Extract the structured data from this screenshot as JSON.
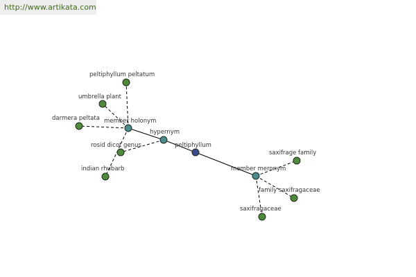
{
  "banner": {
    "url_text": "http://www.artikata.com"
  },
  "colors": {
    "leaf": "#4f8a3c",
    "relation": "#4a8c8c",
    "center": "#3d4a8c",
    "banner_text": "#3f6a1c"
  },
  "graph": {
    "nodes": [
      {
        "id": "peltiphyllum",
        "label": "peltiphyllum",
        "kind": "center"
      },
      {
        "id": "hypernym",
        "label": "hypernym",
        "kind": "relation"
      },
      {
        "id": "member_holonym",
        "label": "member holonym",
        "kind": "relation"
      },
      {
        "id": "member_meronym",
        "label": "member meronym",
        "kind": "relation"
      },
      {
        "id": "peltiphyllum_peltatum",
        "label": "peltiphyllum peltatum",
        "kind": "leaf"
      },
      {
        "id": "umbrella_plant",
        "label": "umbrella plant",
        "kind": "leaf"
      },
      {
        "id": "darmera_peltata",
        "label": "darmera peltata",
        "kind": "leaf"
      },
      {
        "id": "rosid_dicot_genus",
        "label": "rosid dicot genus",
        "kind": "leaf"
      },
      {
        "id": "indian_rhubarb",
        "label": "indian rhubarb",
        "kind": "leaf"
      },
      {
        "id": "saxifrage_family",
        "label": "saxifrage family",
        "kind": "leaf"
      },
      {
        "id": "family_saxifragaceae",
        "label": "family saxifragaceae",
        "kind": "leaf"
      },
      {
        "id": "saxifragaceae",
        "label": "saxifragaceae",
        "kind": "leaf"
      }
    ],
    "edges": [
      {
        "from": "peltiphyllum",
        "to": "hypernym",
        "style": "solid"
      },
      {
        "from": "peltiphyllum",
        "to": "member_meronym",
        "style": "solid"
      },
      {
        "from": "hypernym",
        "to": "member_holonym",
        "style": "solid"
      },
      {
        "from": "hypernym",
        "to": "rosid_dicot_genus",
        "style": "dashed"
      },
      {
        "from": "member_holonym",
        "to": "peltiphyllum_peltatum",
        "style": "dashed"
      },
      {
        "from": "member_holonym",
        "to": "umbrella_plant",
        "style": "dashed"
      },
      {
        "from": "member_holonym",
        "to": "darmera_peltata",
        "style": "dashed"
      },
      {
        "from": "member_holonym",
        "to": "indian_rhubarb",
        "style": "dashed"
      },
      {
        "from": "member_meronym",
        "to": "saxifrage_family",
        "style": "dashed"
      },
      {
        "from": "member_meronym",
        "to": "family_saxifragaceae",
        "style": "dashed"
      },
      {
        "from": "member_meronym",
        "to": "saxifragaceae",
        "style": "dashed"
      }
    ]
  }
}
